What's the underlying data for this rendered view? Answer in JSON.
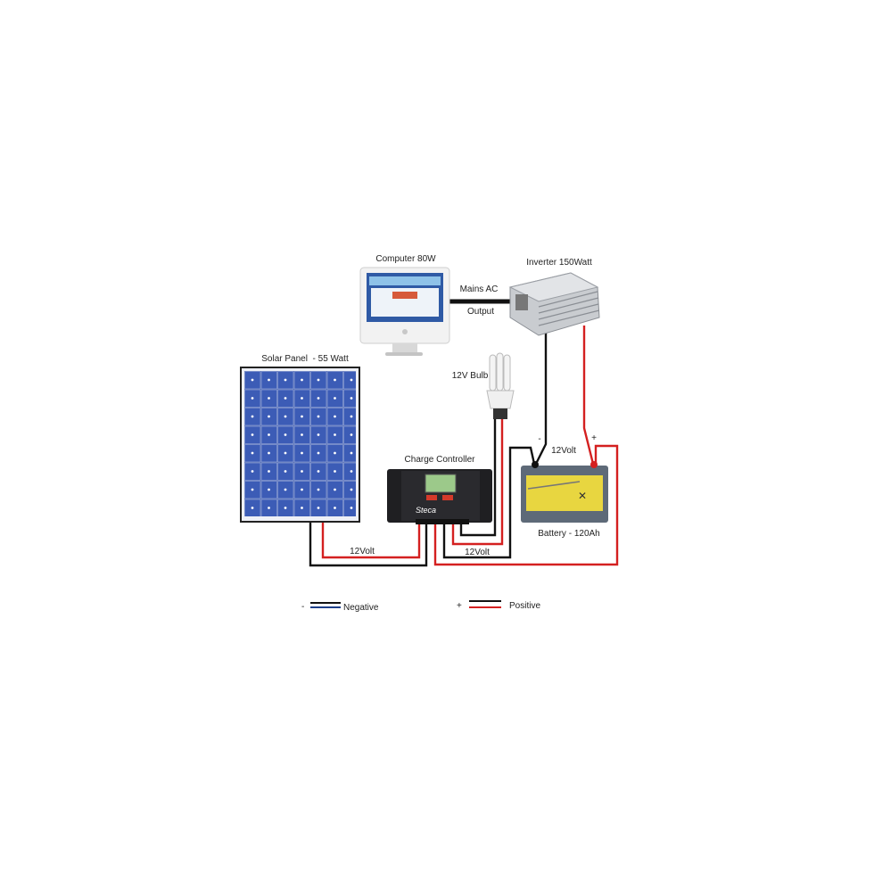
{
  "labels": {
    "computer": "Computer 80W",
    "inverter": "Inverter 150Watt",
    "mains_ac": "Mains AC",
    "output": "Output",
    "solar_panel": "Solar Panel  - 55 Watt",
    "bulb": "12V Bulb",
    "charge_controller": "Charge Controller",
    "battery": "Battery - 120Ah",
    "battery_volt": "12Volt",
    "battery_neg": "-",
    "battery_pos": "+",
    "panel_volt": "12Volt",
    "controller_volt": "12Volt"
  },
  "legend": {
    "negative_sign": "-",
    "negative": "Negative",
    "positive_sign": "+",
    "positive": "Positive"
  },
  "colors": {
    "negative": "#111111",
    "negative_alt": "#1d3f8a",
    "positive": "#d42020"
  }
}
